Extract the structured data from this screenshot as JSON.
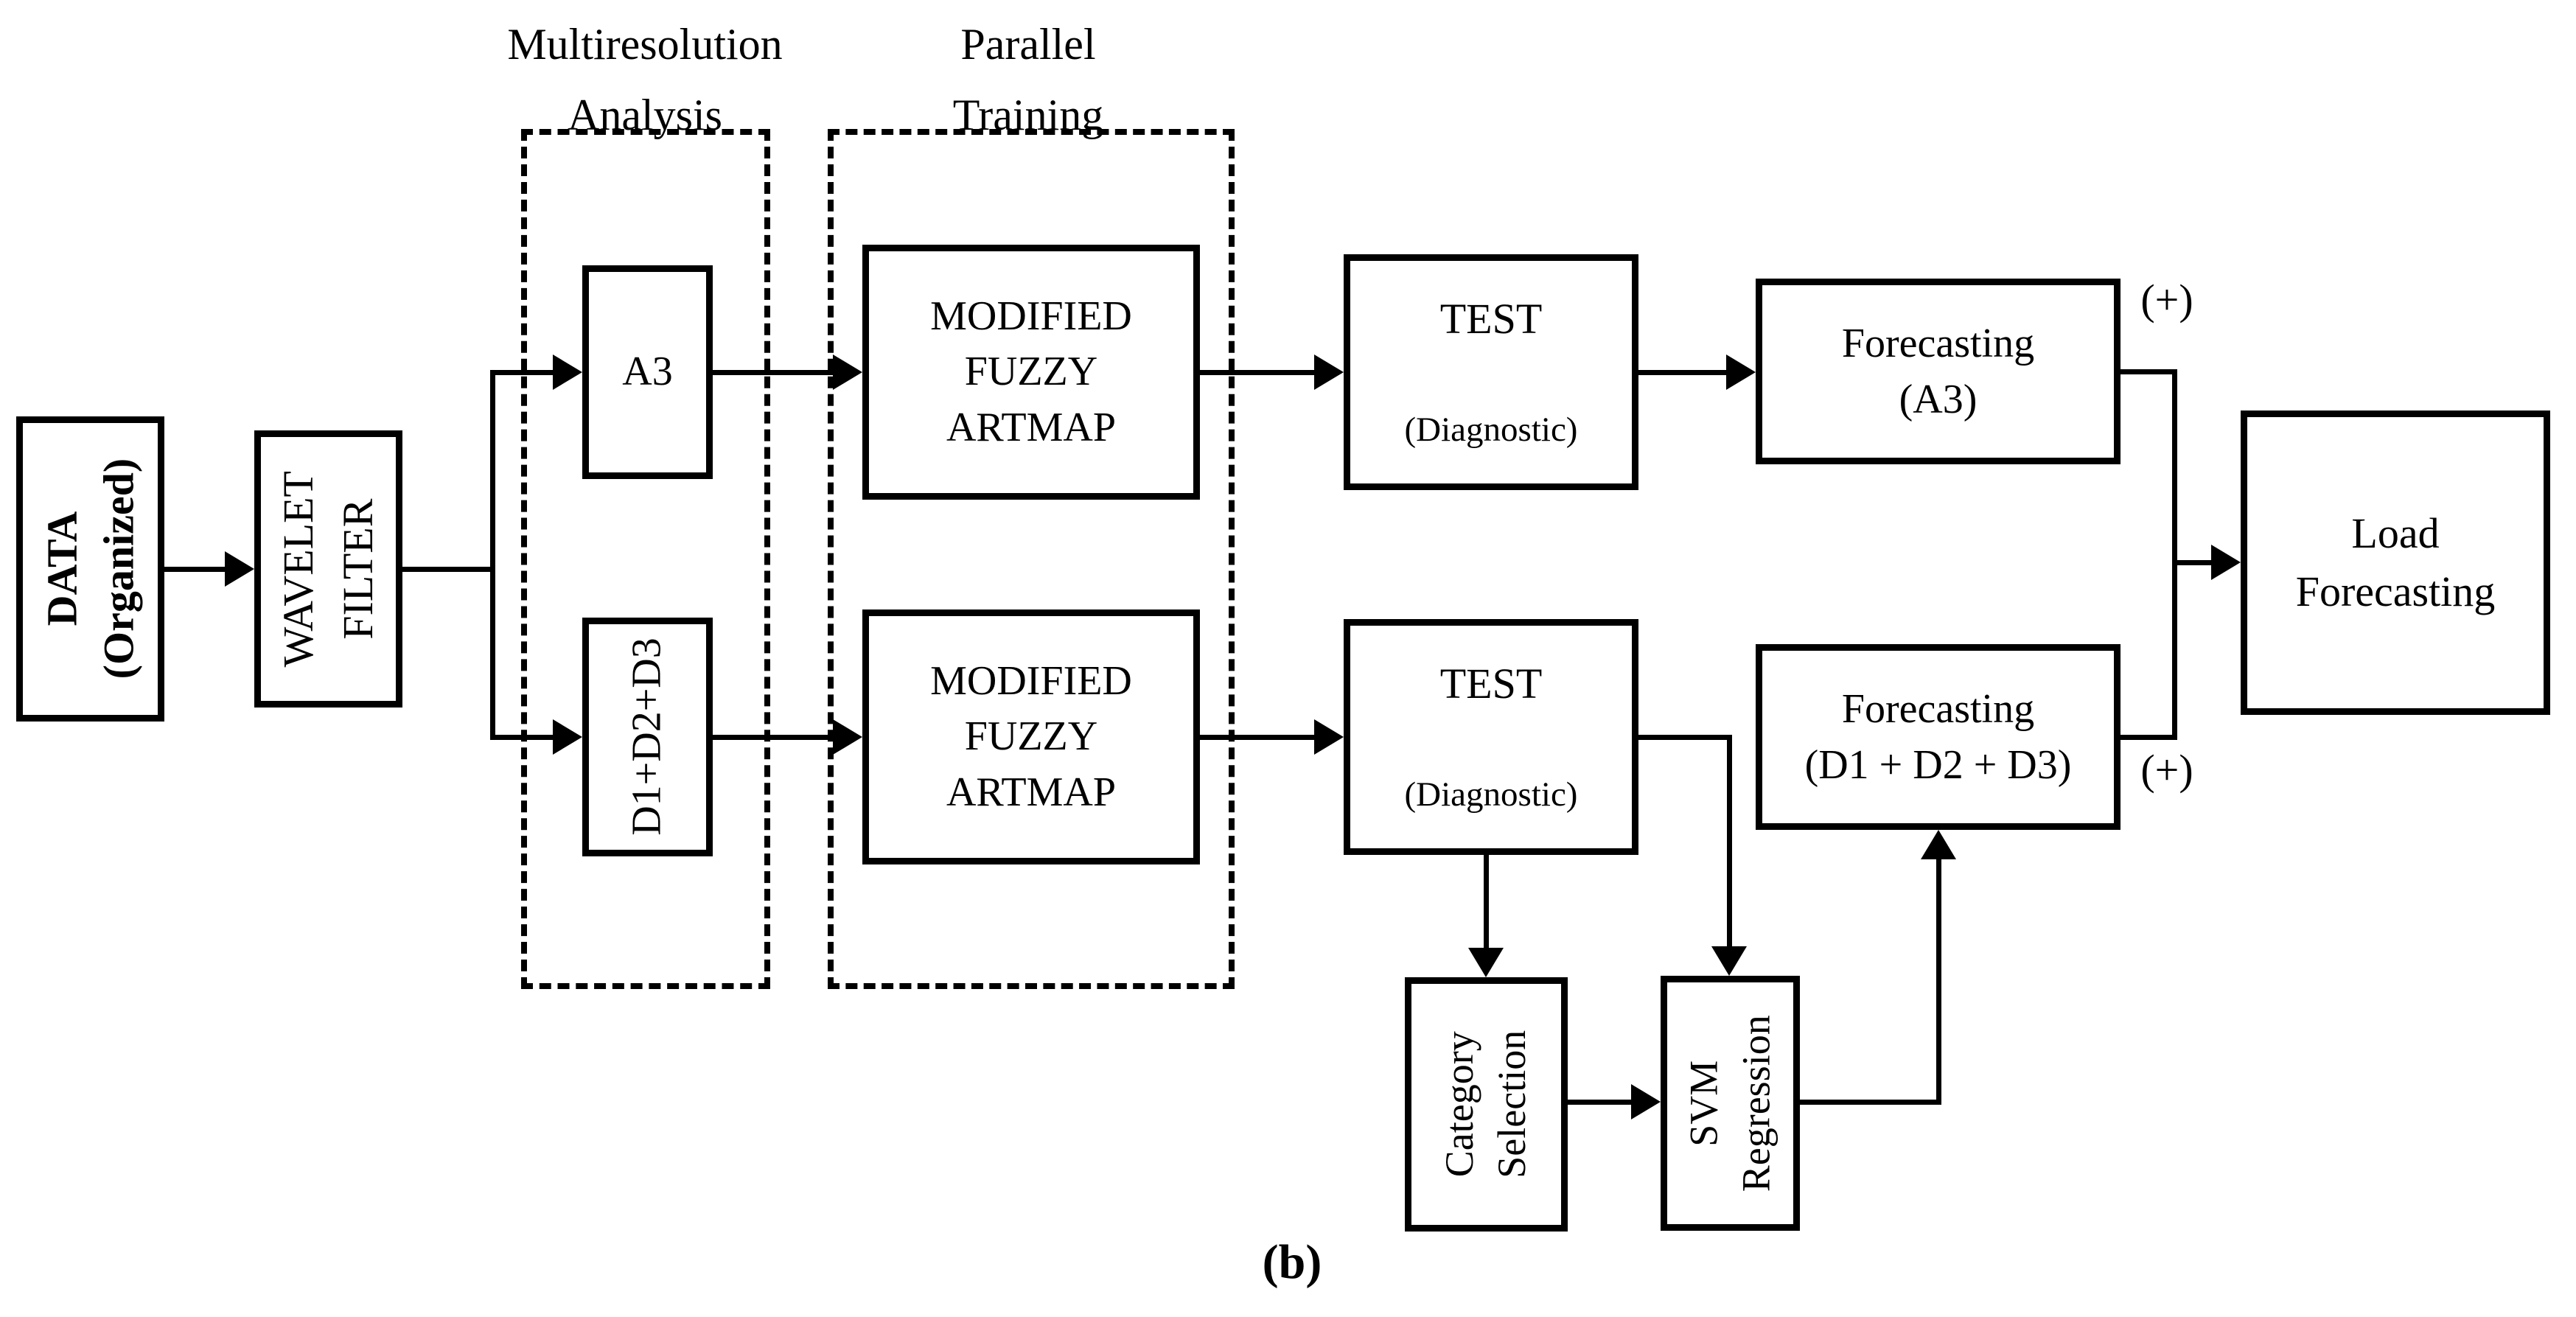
{
  "colors": {
    "ink": "#000000",
    "paper": "#ffffff"
  },
  "caption": "(b)",
  "group_labels": {
    "multiresolution": "Multiresolution\nAnalysis",
    "parallel": "Parallel\nTraining"
  },
  "annotations": {
    "plus_top": "(+)",
    "plus_bottom": "(+)"
  },
  "nodes": {
    "data": {
      "label": "DATA\n(Organized)"
    },
    "wavelet": {
      "label": "WAVELET\nFILTER"
    },
    "a3": {
      "label": "A3"
    },
    "d123": {
      "label": "D1+D2+D3"
    },
    "mfa_top": {
      "label": "MODIFIED\nFUZZY\nARTMAP"
    },
    "mfa_bottom": {
      "label": "MODIFIED\nFUZZY\nARTMAP"
    },
    "test_top": {
      "title": "TEST",
      "subtitle": "(Diagnostic)"
    },
    "test_bottom": {
      "title": "TEST",
      "subtitle": "(Diagnostic)"
    },
    "forecast_a3": {
      "label": "Forecasting\n(A3)"
    },
    "forecast_d123": {
      "label": "Forecasting\n(D1 + D2 + D3)"
    },
    "load": {
      "label": "Load\nForecasting"
    },
    "category": {
      "label": "Category\nSelection"
    },
    "svm": {
      "label": "SVM\nRegression"
    }
  }
}
